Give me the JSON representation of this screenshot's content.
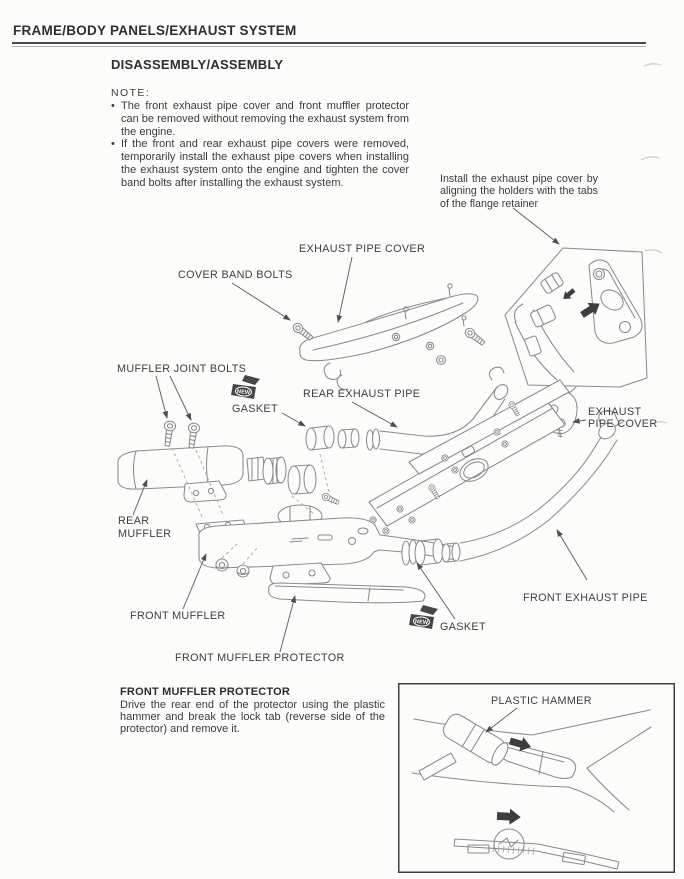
{
  "page": {
    "header_title": "FRAME/BODY PANELS/EXHAUST SYSTEM",
    "section_title": "DISASSEMBLY/ASSEMBLY",
    "note_label": "NOTE:",
    "notes": [
      "The front exhaust pipe cover and front muffler protector can be removed without removing the exhaust system from the engine.",
      "If the front and rear exhaust pipe covers were removed, temporarily install the exhaust pipe covers when installing the exhaust system onto the engine and tighten the cover band bolts after installing the exhaust system."
    ]
  },
  "diagram": {
    "annotation": "Install the exhaust pipe cover by aligning the holders with the tabs of the flange retainer",
    "new_badge": "NEW",
    "labels": {
      "exhaust_pipe_cover_top": "EXHAUST PIPE COVER",
      "cover_band_bolts": "COVER BAND BOLTS",
      "muffler_joint_bolts": "MUFFLER JOINT BOLTS",
      "gasket_rear": "GASKET",
      "rear_exhaust_pipe": "REAR EXHAUST PIPE",
      "exhaust_pipe_cover_right_line1": "EXHAUST",
      "exhaust_pipe_cover_right_line2": "PIPE COVER",
      "rear_muffler_line1": "REAR",
      "rear_muffler_line2": "MUFFLER",
      "front_muffler": "FRONT MUFFLER",
      "front_muffler_protector": "FRONT MUFFLER PROTECTOR",
      "front_exhaust_pipe": "FRONT EXHAUST PIPE",
      "gasket_front": "GASKET"
    }
  },
  "procedure": {
    "heading": "FRONT MUFFLER PROTECTOR",
    "body": "Drive the rear end of the protector using the plastic hammer and break the lock tab (reverse side of the protector) and remove it."
  },
  "inset": {
    "plastic_hammer_label": "PLASTIC HAMMER"
  },
  "colors": {
    "ink": "#3b3b3b",
    "art_line": "#8b8b8b",
    "paper": "#fcfcfb"
  }
}
